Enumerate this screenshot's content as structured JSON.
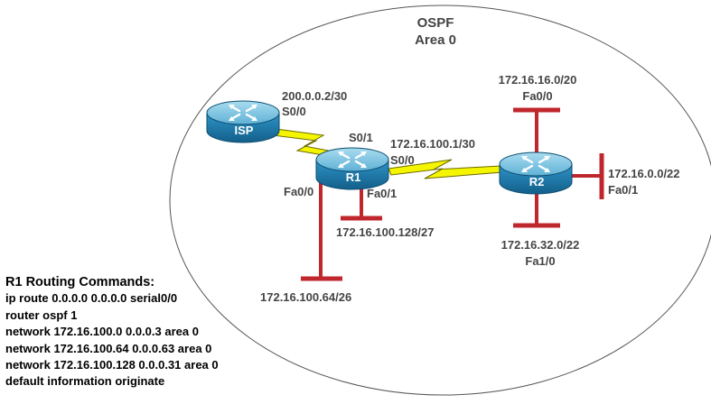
{
  "area": {
    "line1": "OSPF",
    "line2": "Area 0"
  },
  "routers": [
    {
      "id": "isp",
      "name": "ISP"
    },
    {
      "id": "r1",
      "name": "R1"
    },
    {
      "id": "r2",
      "name": "R2"
    }
  ],
  "labels": {
    "isp_net": "200.0.0.2/30",
    "isp_s00": "S0/0",
    "r1_s01": "S0/1",
    "r1_serial_net": "172.16.100.1/30",
    "r1_s00": "S0/0",
    "r1_fa00": "Fa0/0",
    "r1_fa01": "Fa0/1",
    "r1_lan128": "172.16.100.128/27",
    "r1_lan64": "172.16.100.64/26",
    "r2_top_net": "172.16.16.0/20",
    "r2_top_if": "Fa0/0",
    "r2_right_net": "172.16.0.0/22",
    "r2_right_if": "Fa0/1",
    "r2_bottom_net": "172.16.32.0/22",
    "r2_bottom_if": "Fa1/0"
  },
  "commands": {
    "title": "R1 Routing Commands:",
    "lines": [
      "ip route 0.0.0.0 0.0.0.0 serial0/0",
      "router ospf 1",
      "network 172.16.100.0 0.0.0.3 area 0",
      "network 172.16.100.64 0.0.0.63 area 0",
      "network 172.16.100.128 0.0.0.31 area 0",
      "default information originate"
    ]
  },
  "colors": {
    "router_body": "#1e84b8",
    "router_top": "#8ccbe6",
    "serial_link": "#f5f500",
    "lan_segment": "#c0272d",
    "ellipse_stroke": "#555555"
  }
}
